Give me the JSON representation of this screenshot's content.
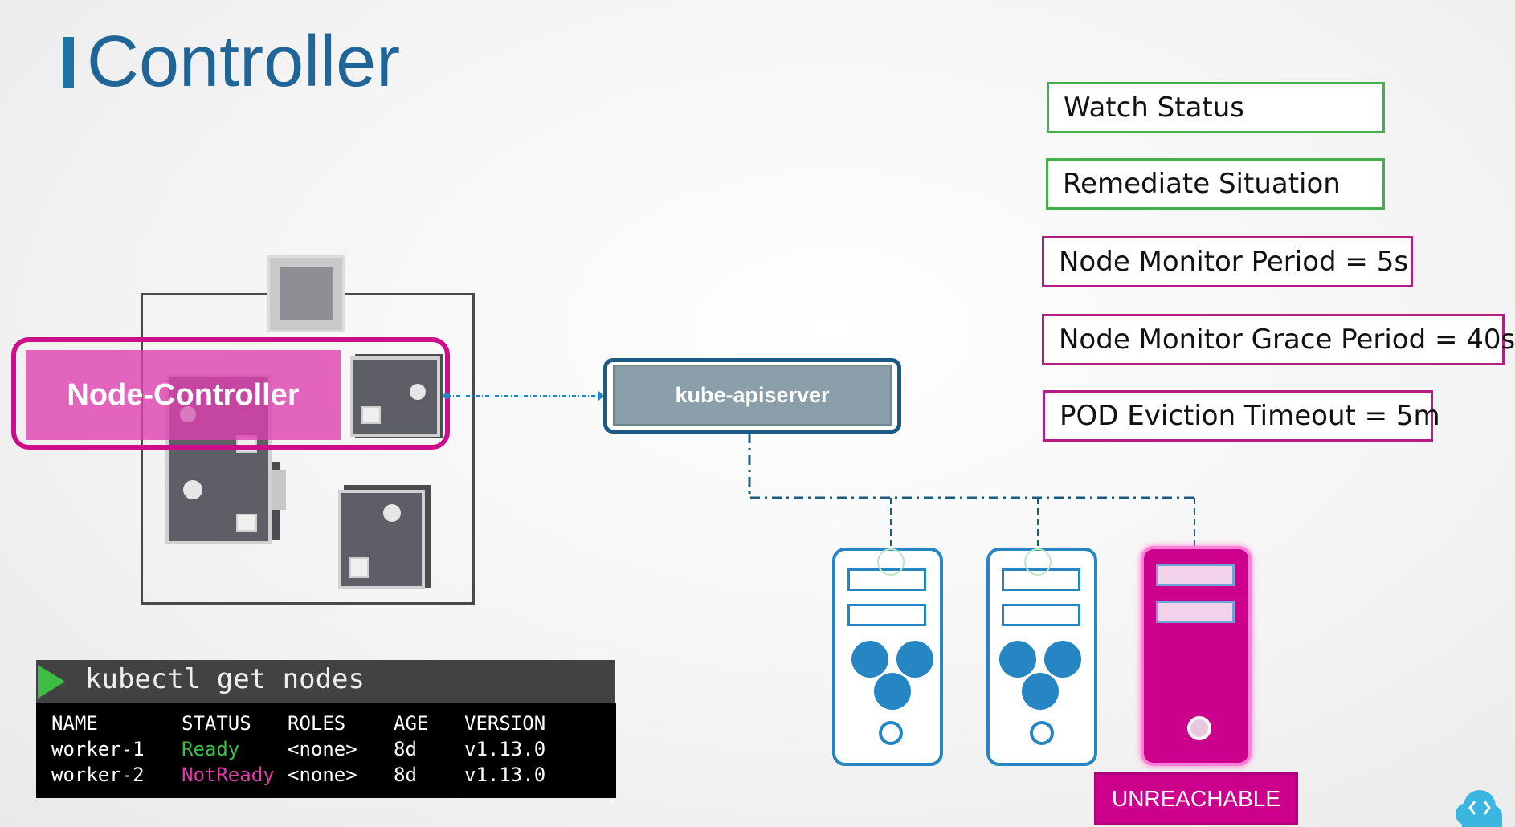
{
  "title": "Controller",
  "parameters": [
    {
      "label": "Watch Status"
    },
    {
      "label": "Remediate Situation"
    },
    {
      "label": "Node Monitor Period = 5s"
    },
    {
      "label": "Node Monitor Grace Period = 40s"
    },
    {
      "label": "POD Eviction Timeout = 5m"
    }
  ],
  "node_controller": {
    "label": "Node-Controller"
  },
  "apiserver": {
    "label": "kube-apiserver"
  },
  "servers": [
    {
      "state": "reachable"
    },
    {
      "state": "reachable"
    },
    {
      "state": "unreachable",
      "badge": "UNREACHABLE"
    }
  ],
  "terminal": {
    "command": "kubectl get nodes",
    "headers": [
      "NAME",
      "STATUS",
      "ROLES",
      "AGE",
      "VERSION"
    ],
    "rows": [
      [
        "worker-1",
        "Ready",
        "<none>",
        "8d",
        "v1.13.0"
      ],
      [
        "worker-2",
        "NotReady",
        "<none>",
        "8d",
        "v1.13.0"
      ]
    ]
  },
  "colors": {
    "accent_blue": "#1f6597",
    "green": "#44b04c",
    "pink": "#cc0e8b",
    "server_blue": "#2586c3"
  }
}
